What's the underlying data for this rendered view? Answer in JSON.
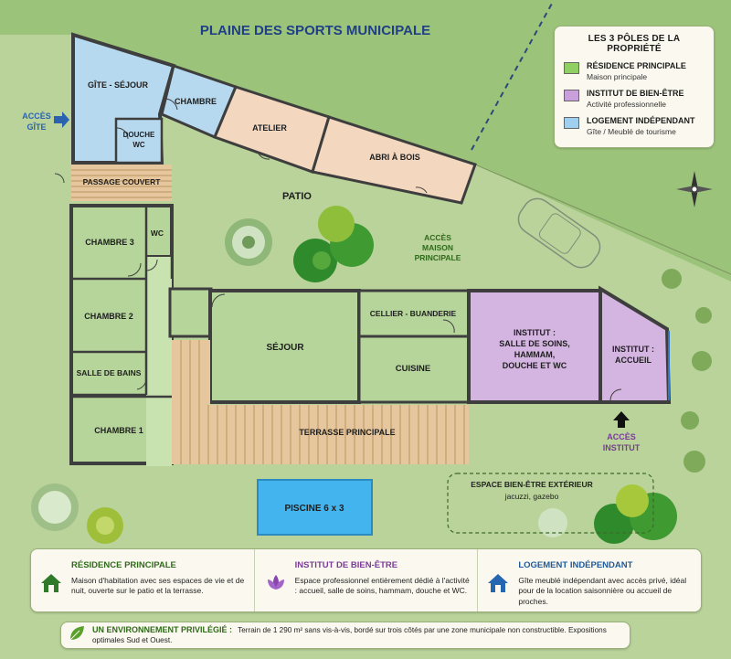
{
  "title": "PLAINE DES SPORTS MUNICIPALE",
  "colors": {
    "residence": "#b5d59a",
    "institut": "#d4b5e1",
    "logement": "#b7d9ef",
    "annexe": "#f3d8bf",
    "deck": "#e6c79d",
    "pool": "#43b4ee",
    "lawn": "#b9d39a"
  },
  "legend": {
    "title": "LES 3 PÔLES DE LA PROPRIÉTÉ",
    "items": [
      {
        "name": "RÉSIDENCE PRINCIPALE",
        "sub": "Maison principale",
        "color": "#8fcf63"
      },
      {
        "name": "INSTITUT DE BIEN-ÊTRE",
        "sub": "Activité professionnelle",
        "color": "#c9a0dc"
      },
      {
        "name": "LOGEMENT INDÉPENDANT",
        "sub": "Gîte / Meublé de tourisme",
        "color": "#9fd0f0"
      }
    ]
  },
  "rooms": {
    "gite_sejour": "GÎTE - SÉJOUR",
    "chambre": "CHAMBRE",
    "douche_wc_1": "DOUCHE",
    "douche_wc_2": "WC",
    "atelier": "ATELIER",
    "abri": "ABRI À BOIS",
    "passage": "PASSAGE COUVERT",
    "patio": "PATIO",
    "chambre3": "CHAMBRE 3",
    "wc": "WC",
    "chambre2": "CHAMBRE 2",
    "salle_bains": "SALLE DE BAINS",
    "chambre1": "CHAMBRE 1",
    "sejour": "SÉJOUR",
    "cellier": "CELLIER - BUANDERIE",
    "cuisine": "CUISINE",
    "institut_1": "INSTITUT :",
    "institut_2": "SALLE DE SOINS,",
    "institut_3": "HAMMAM,",
    "institut_4": "DOUCHE ET WC",
    "accueil_1": "INSTITUT :",
    "accueil_2": "ACCUEIL",
    "terrasse": "TERRASSE PRINCIPALE",
    "piscine": "PISCINE 6 x 3"
  },
  "access": {
    "gite_1": "ACCÈS",
    "gite_2": "GÎTE",
    "maison_1": "ACCÈS",
    "maison_2": "MAISON",
    "maison_3": "PRINCIPALE",
    "institut_1": "ACCÈS",
    "institut_2": "INSTITUT"
  },
  "espace": {
    "title": "ESPACE BIEN-ÊTRE EXTÉRIEUR",
    "sub": "jacuzzi, gazebo"
  },
  "info": [
    {
      "icon": "house-icon",
      "title": "RÉSIDENCE PRINCIPALE",
      "color": "#2f6a1a",
      "text": "Maison d'habitation avec ses espaces de vie et de nuit, ouverte sur le patio et la terrasse."
    },
    {
      "icon": "lotus-icon",
      "title": "INSTITUT DE BIEN-ÊTRE",
      "color": "#7b3a9a",
      "text": "Espace professionnel entièrement dédié à l'activité : accueil, salle de soins, hammam, douche et WC."
    },
    {
      "icon": "home-blue-icon",
      "title": "LOGEMENT INDÉPENDANT",
      "color": "#1f5a9a",
      "text": "Gîte meublé indépendant avec accès privé, idéal pour de la location saisonnière ou accueil de proches."
    }
  ],
  "environment": {
    "title": "UN ENVIRONNEMENT PRIVILÉGIÉ :",
    "text": "Terrain de 1 290 m² sans vis-à-vis, bordé sur trois côtés par une zone municipale non constructible. Expositions optimales Sud et Ouest."
  }
}
